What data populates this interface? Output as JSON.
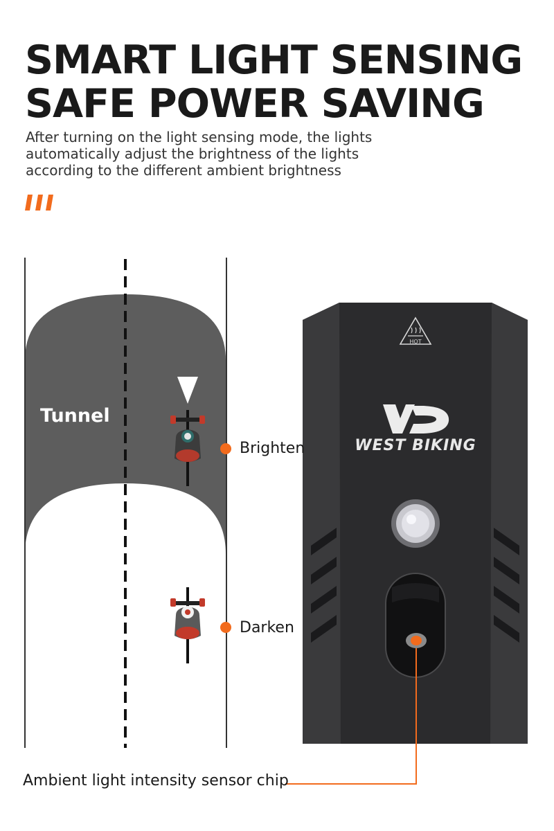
{
  "headline": {
    "line1": "SMART LIGHT SENSING",
    "line2": "SAFE POWER SAVING"
  },
  "subtitle": {
    "line1": "After turning on the light sensing mode, the lights",
    "line2": "automatically adjust the brightness of the lights",
    "line3": "according to the different ambient brightness"
  },
  "diagram": {
    "tunnel_label": "Tunnel",
    "brighten_label": "Brighten",
    "darken_label": "Darken",
    "sensor_label": "Ambient light intensity sensor chip"
  },
  "device": {
    "brand": "WEST BIKING",
    "hot_label": "HOT"
  },
  "colors": {
    "accent": "#f26b1d",
    "tunnel": "#5d5d5d",
    "device_body": "#2b2b2d"
  }
}
